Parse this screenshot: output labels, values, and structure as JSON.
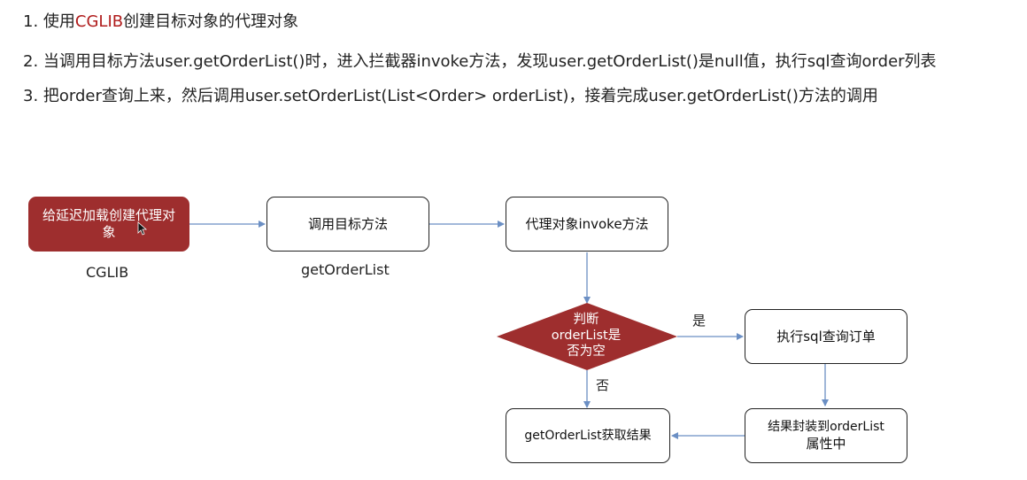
{
  "steps": [
    {
      "prefix": "1. 使用",
      "highlight": "CGLIB",
      "suffix": "创建目标对象的代理对象"
    },
    {
      "text": "2. 当调用目标方法user.getOrderList()时，进入拦截器invoke方法，发现user.getOrderList()是null值，执行sql查询order列表"
    },
    {
      "text": "3. 把order查询上来，然后调用user.setOrderList(List<Order> orderList)，接着完成user.getOrderList()方法的调用"
    }
  ],
  "flow": {
    "start_node": {
      "label": "给延迟加载创建代理对象",
      "caption": "CGLIB"
    },
    "call_node": {
      "label": "调用目标方法",
      "caption": "getOrderList"
    },
    "proxy_node": {
      "label": "代理对象invoke方法"
    },
    "decision_node": {
      "label_line1": "判断",
      "label_line2": "orderList是",
      "label_line3": "否为空"
    },
    "query_node": {
      "label": "执行sql查询订单"
    },
    "wrap_node": {
      "label_line1": "结果封装到orderList",
      "label_line2": "属性中"
    },
    "result_node": {
      "label": "getOrderList获取结果"
    },
    "yes_label": "是",
    "no_label": "否"
  },
  "colors": {
    "start_fill": "#9e2e2e",
    "decision_fill": "#9e2e2e",
    "arrow": "#6b8fc4",
    "highlight_text": "#b01c1c"
  }
}
